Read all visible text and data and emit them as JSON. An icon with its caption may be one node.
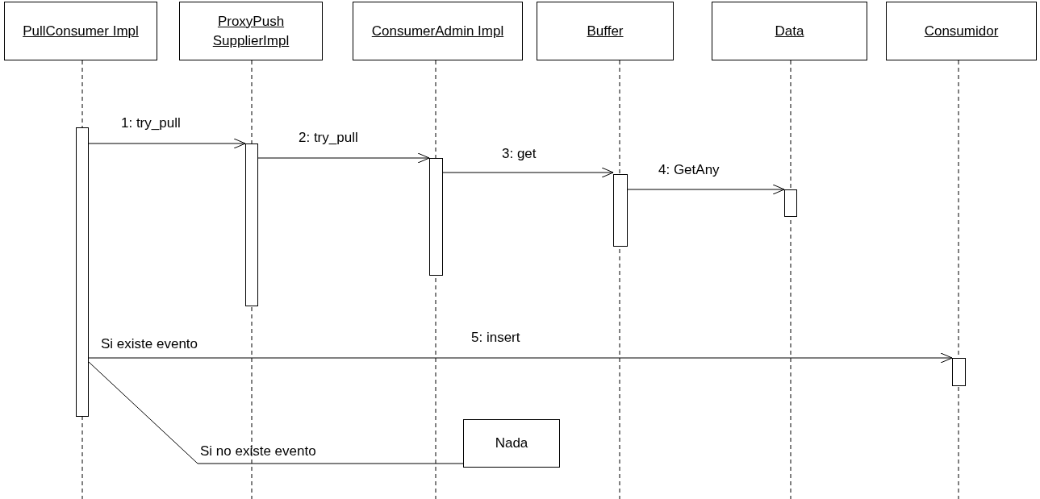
{
  "diagram": {
    "nodes": [
      {
        "text": [
          "PullConsumer Impl"
        ]
      },
      {
        "text": [
          "ProxyPush SupplierImpl"
        ]
      },
      {
        "text": [
          "ConsumerAdmin Impl"
        ]
      },
      {
        "text": [
          "Buffer"
        ]
      },
      {
        "text": [
          "Data"
        ]
      },
      {
        "text": [
          "Consumidor"
        ]
      },
      {
        "text": [
          "Nada"
        ]
      },
      {
        "text": [],
        "shape": "bar"
      },
      {
        "text": [],
        "shape": "bar"
      },
      {
        "text": [],
        "shape": "bar"
      },
      {
        "text": [],
        "shape": "bar"
      },
      {
        "text": [],
        "shape": "bar"
      },
      {
        "text": [],
        "shape": "bar"
      }
    ],
    "edges": [
      {
        "from": 7,
        "to": 8,
        "arrow": "to",
        "label": "1: try_pull"
      },
      {
        "from": 8,
        "to": 9,
        "arrow": "to",
        "label": "2: try_pull"
      },
      {
        "from": 9,
        "to": 10,
        "arrow": "to",
        "label": "3: get"
      },
      {
        "from": 10,
        "to": 11,
        "arrow": "to",
        "label": "4: GetAny"
      },
      {
        "from": 7,
        "to": 12,
        "arrow": "to",
        "label": "5: insert"
      },
      {
        "from": 7,
        "to": 6,
        "arrow": "none",
        "label": "Si no existe evento"
      }
    ],
    "labels": [
      "Si existe evento"
    ]
  }
}
